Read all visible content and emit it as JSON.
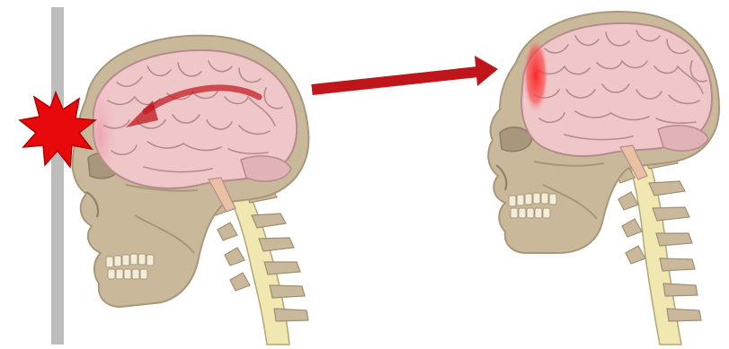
{
  "diagram": {
    "panels": [
      {
        "id": "impact",
        "elements": [
          "wall",
          "impact-burst",
          "skull",
          "brain",
          "rebound-arrow",
          "spine"
        ]
      },
      {
        "id": "result",
        "elements": [
          "skull",
          "brain",
          "contusion-highlight",
          "spine"
        ]
      }
    ],
    "transition": "right-arrow",
    "colors": {
      "bone": "#c9b99a",
      "bone_dark": "#a8977a",
      "brain": "#f0c7c9",
      "brain_fold": "#b78a8f",
      "spine": "#f1e7b0",
      "arrow": "#c0151b",
      "burst": "#e8090c",
      "wall": "#bdbdbd",
      "injury": "#ef2c2c"
    },
    "icons": [
      "impact-burst-icon",
      "arrow-right-icon",
      "curved-arrow-icon"
    ]
  }
}
